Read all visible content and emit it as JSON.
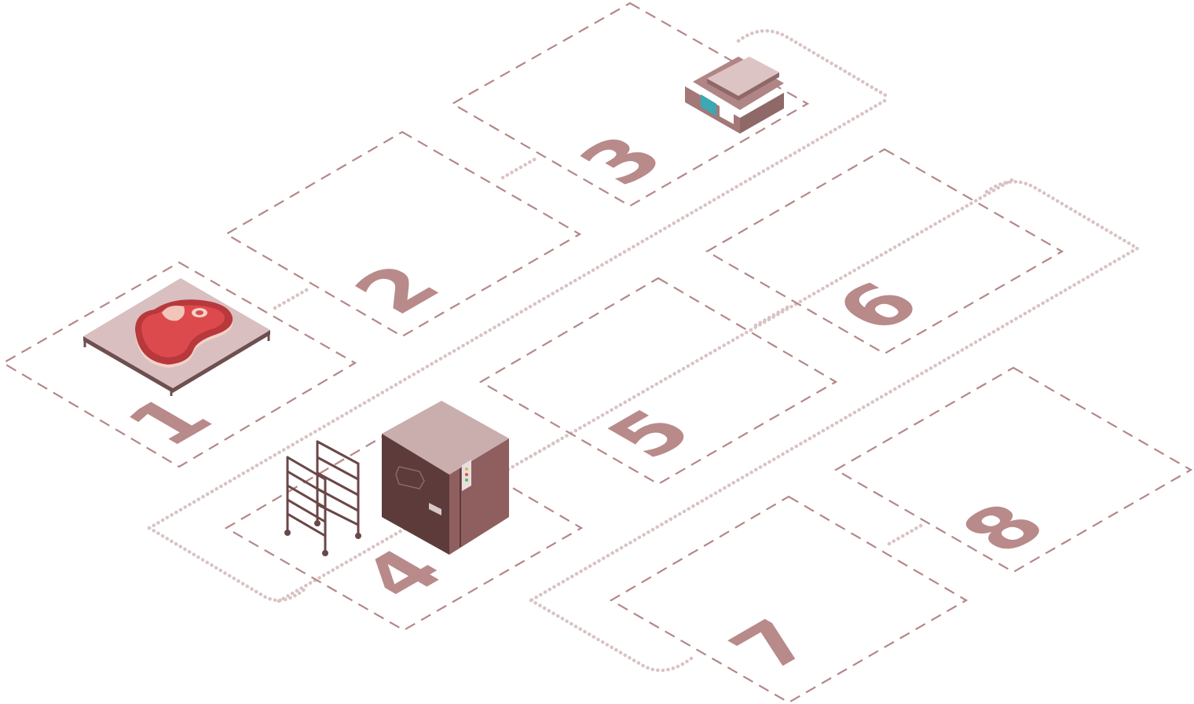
{
  "colors": {
    "zone_stroke": "#b48888",
    "path_dots": "#d9c3c3",
    "number_fill": "#b98a8a",
    "table_top": "#d9bfbf",
    "table_frame": "#6e4f4f",
    "meat_red": "#dd4a4e",
    "meat_fat": "#f3d3c7",
    "oven_front": "#5d3b3b",
    "oven_side": "#8f5f5f",
    "oven_top": "#caaeae",
    "rack": "#6b4747",
    "scale_body": "#b08585",
    "scale_top": "#ddc4c4",
    "screen": "#3ba8b4"
  },
  "zones": [
    {
      "number": "1"
    },
    {
      "number": "2"
    },
    {
      "number": "3"
    },
    {
      "number": "4"
    },
    {
      "number": "5"
    },
    {
      "number": "6"
    },
    {
      "number": "7"
    },
    {
      "number": "8"
    }
  ],
  "equipment": [
    {
      "zone": "1",
      "icon": "prep-table-with-meat-icon"
    },
    {
      "zone": "3",
      "icon": "weighing-scale-icon"
    },
    {
      "zone": "4",
      "icon": "oven-cabinet-icon"
    },
    {
      "zone": "4",
      "icon": "trolley-rack-icon"
    }
  ]
}
